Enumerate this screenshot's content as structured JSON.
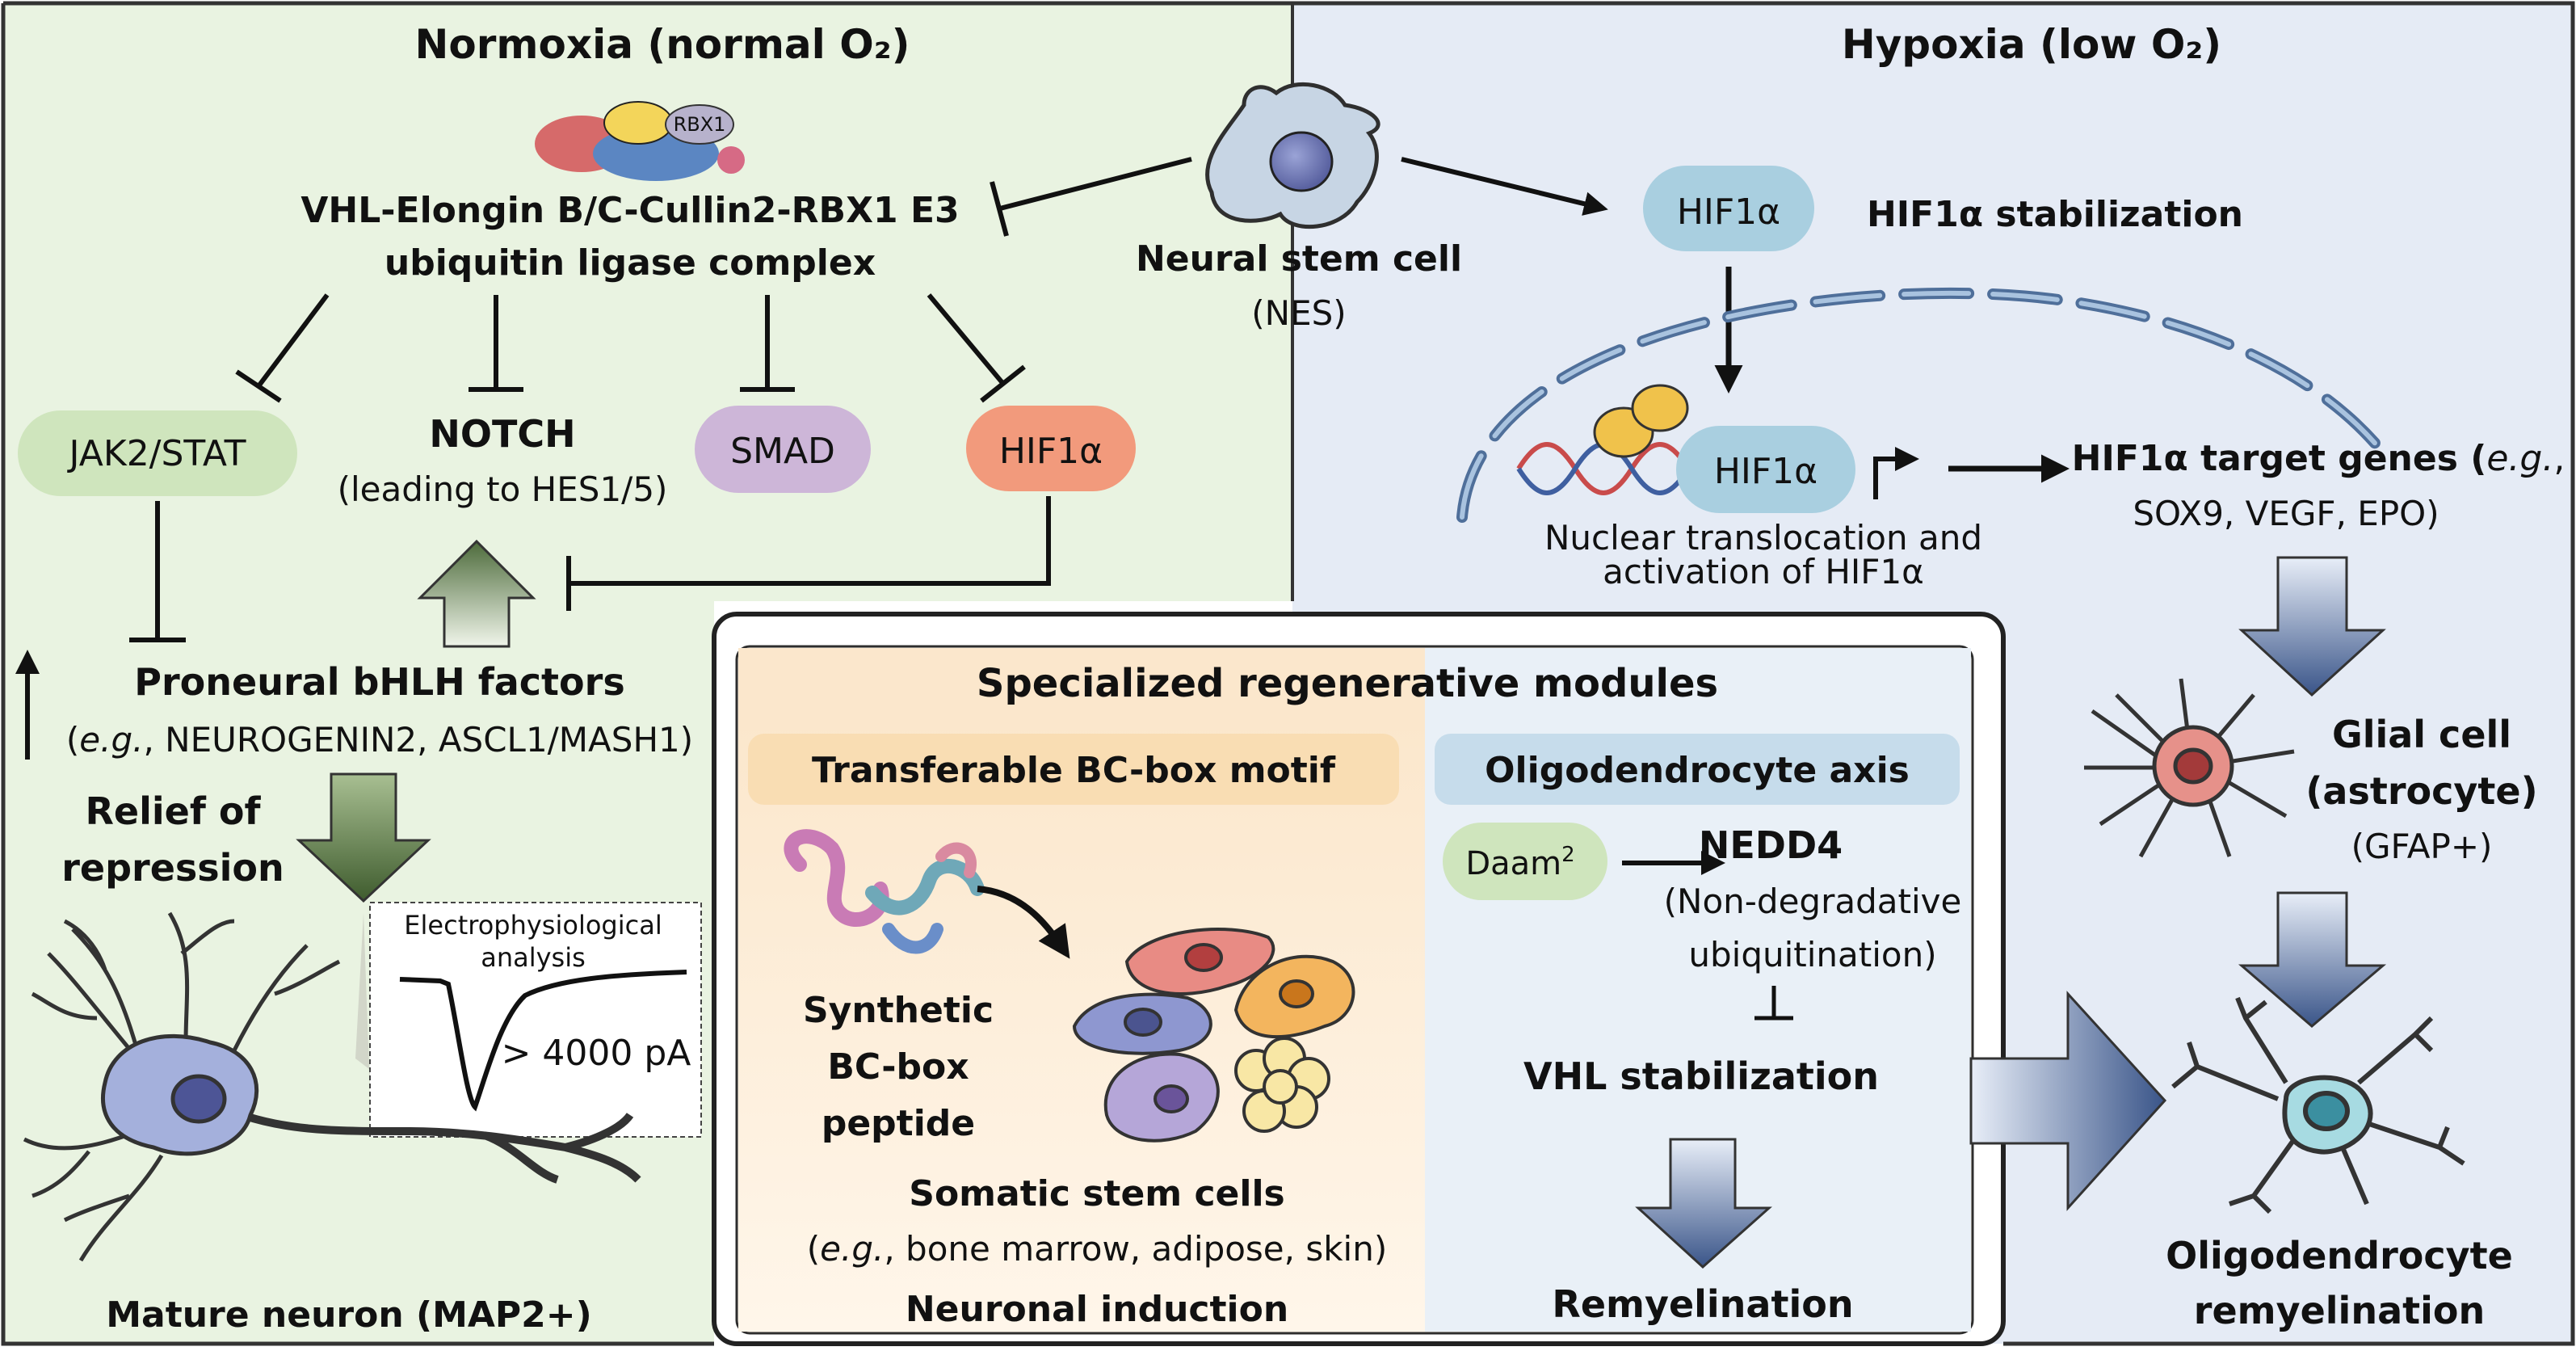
{
  "normoxia": {
    "title": "Normoxia (normal O₂)",
    "complex_badge": "RBX1",
    "complex_line1": "VHL-Elongin B/C-Cullin2-RBX1 E3",
    "complex_line2": "ubiquitin ligase complex",
    "jak_stat": "JAK2/STAT",
    "notch": "NOTCH",
    "notch_sub": "(leading to HES1/5)",
    "smad": "SMAD",
    "hif1a": "HIF1α",
    "bhlh_title": "Proneural bHLH factors",
    "bhlh_eg": "e.g.",
    "bhlh_sub": ", NEUROGENIN2, ASCL1/MASH1)",
    "relief_line1": "Relief of",
    "relief_line2": "repression",
    "ephys_line1": "Electrophysiological",
    "ephys_line2": "analysis",
    "ephys_value": "> 4000 pA",
    "neuron_label": "Mature neuron (MAP2+)"
  },
  "nsc": {
    "title": "Neural stem cell",
    "sub": "(NES)"
  },
  "hypoxia": {
    "title": "Hypoxia (low O₂)",
    "hif1a": "HIF1α",
    "stabilization": "HIF1α stabilization",
    "nuclear_hif": "HIF1α",
    "translocation_line1": "Nuclear translocation and",
    "translocation_line2": "activation of HIF1α",
    "targets_title": "HIF1α target genes (",
    "targets_eg": "e.g.",
    "targets_tail": ",",
    "targets_sub": "SOX9, VEGF, EPO)",
    "glial_line1": "Glial cell",
    "glial_line2": "(astrocyte)",
    "glial_sub": "(GFAP+)",
    "oligo_line1": "Oligodendrocyte",
    "oligo_line2": "remyelination"
  },
  "modules": {
    "title": "Specialized regenerative modules",
    "bcbox": {
      "header": "Transferable BC-box motif",
      "peptide_line1": "Synthetic",
      "peptide_line2": "BC-box",
      "peptide_line3": "peptide",
      "somatic_title": "Somatic stem cells",
      "somatic_eg": "e.g.",
      "somatic_sub": ", bone marrow, adipose, skin)",
      "induction": "Neuronal induction"
    },
    "oligo": {
      "header": "Oligodendrocyte axis",
      "daam": "Daam",
      "daam_sup": "2",
      "nedd4": "NEDD4",
      "nedd4_line1": "(Non-degradative",
      "nedd4_line2": "ubiquitination)",
      "vhl_stab": "VHL stabilization",
      "remyelination": "Remyelination"
    }
  },
  "colors": {
    "normoxia_bg": "#e9f3e1",
    "hypoxia_bg": "#e5ebf5",
    "bcbox_bg": "#fdf0df",
    "oligo_bg": "#e9f0f7",
    "jak_pill": "#cfe5bd",
    "smad_pill": "#cdb6d8",
    "hif_pill_normoxia": "#f29a7c",
    "hif_pill_hypoxia": "#a9cfe0",
    "arrow_blue": "#3e5a8f",
    "arrow_green": "#4d6b3b"
  }
}
